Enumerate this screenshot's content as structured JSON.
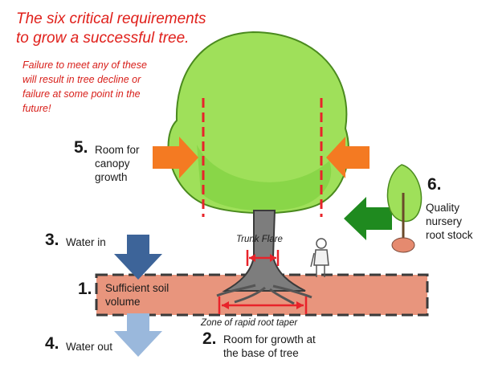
{
  "title": [
    "The six critical requirements",
    "to grow a successful tree."
  ],
  "warning": [
    "Failure to meet any of these",
    "will result in tree decline or",
    "failure at some point in the",
    "future!"
  ],
  "requirements": [
    {
      "number": "1.",
      "label": [
        "Sufficient soil",
        "volume"
      ]
    },
    {
      "number": "2.",
      "label": [
        "Room for growth at",
        "the base of tree"
      ]
    },
    {
      "number": "3.",
      "label": [
        "Water in"
      ]
    },
    {
      "number": "4.",
      "label": [
        "Water out"
      ]
    },
    {
      "number": "5.",
      "label": [
        "Room for",
        "canopy",
        "growth"
      ]
    },
    {
      "number": "6.",
      "label": [
        "Quality",
        "nursery",
        "root stock"
      ]
    }
  ],
  "annotations": {
    "trunk_flare": "Trunk Flare",
    "root_taper": "Zone of rapid root taper"
  },
  "colors": {
    "title_red": "#e0201b",
    "canopy_green": "#9fe05a",
    "arrow_orange": "#f47a22",
    "arrow_green": "#1f8a1f",
    "arrow_blue_dark": "#3d6499",
    "arrow_blue_light": "#9ab8dc",
    "soil": "#e58a6f",
    "dashed_red": "#e8232a"
  }
}
